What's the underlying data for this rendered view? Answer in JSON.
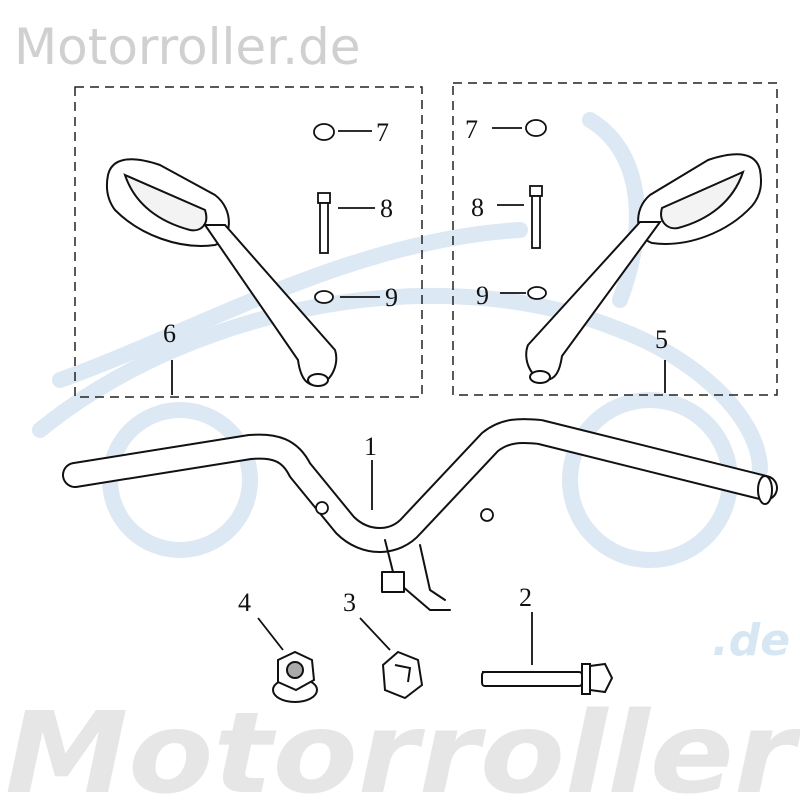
{
  "watermark": {
    "top_text": "Motorroller.de",
    "bottom_text": "Motorroller",
    "bottom_suffix": ".de",
    "color": "#d0d0d0",
    "accent": "#d6e6f2"
  },
  "callouts": {
    "left_box": {
      "cap": "7",
      "bolt": "8",
      "washer": "9",
      "mirror": "6"
    },
    "right_box": {
      "cap": "7",
      "bolt": "8",
      "washer": "9",
      "mirror": "5"
    },
    "handlebar": "1",
    "bolt": "2",
    "clamp_nut": "3",
    "nut": "4"
  }
}
